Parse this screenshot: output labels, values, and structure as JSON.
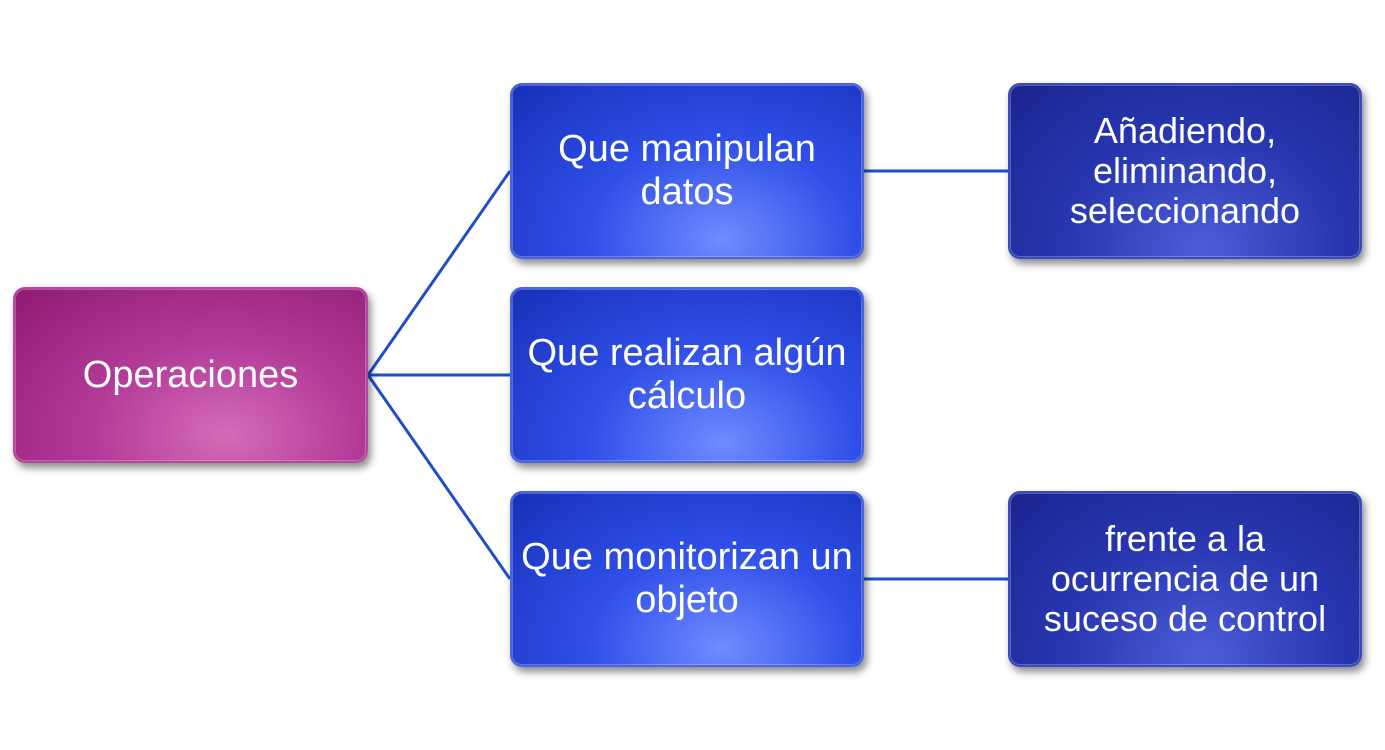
{
  "diagram": {
    "root": {
      "label": "Operaciones"
    },
    "branches": [
      {
        "label": "Que manipulan datos",
        "detail": "Añadiendo, eliminando, seleccionando"
      },
      {
        "label": "Que realizan algún cálculo"
      },
      {
        "label": "Que monitorizan un objeto",
        "detail": "frente a la ocurrencia de un suceso de control"
      }
    ]
  },
  "colors": {
    "connector": "#1f4fc8",
    "root_fill": "#b23b98",
    "branch_fill": "#2f4fe8",
    "detail_fill": "#2837b0",
    "text": "#ffffff"
  }
}
